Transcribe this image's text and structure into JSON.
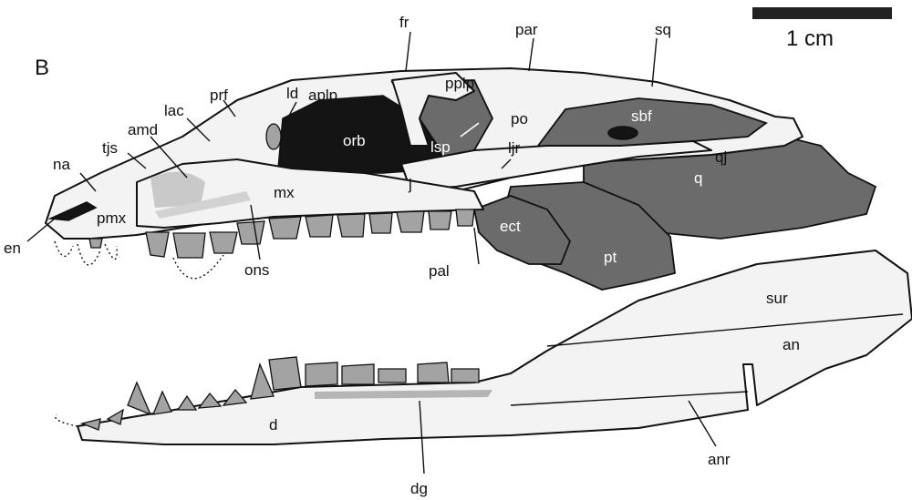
{
  "panel_label": "B",
  "scale_bar": {
    "label": "1 cm"
  },
  "labels": {
    "na": "na",
    "tjs": "tjs",
    "amd": "amd",
    "lac": "lac",
    "prf": "prf",
    "ld": "ld",
    "fr": "fr",
    "par": "par",
    "sq": "sq",
    "aplp": "aplp",
    "pplp": "pplp",
    "orb": "orb",
    "po": "po",
    "sbf": "sbf",
    "qj": "qj",
    "lsp": "lsp",
    "ljr": "ljr",
    "j": "j",
    "mx": "mx",
    "pmx": "pmx",
    "en": "en",
    "ons": "ons",
    "ect": "ect",
    "pt": "pt",
    "q": "q",
    "pal": "pal",
    "sur": "sur",
    "an": "an",
    "d": "d",
    "dg": "dg",
    "anr": "anr"
  }
}
